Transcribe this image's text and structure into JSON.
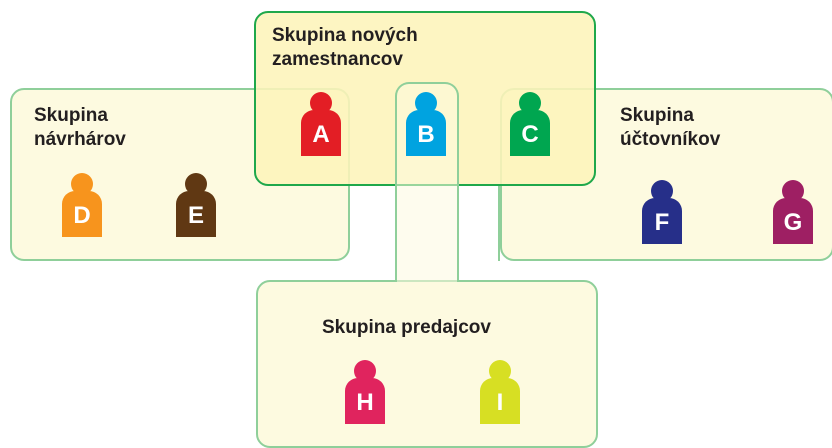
{
  "groups": {
    "designers": {
      "label": "Skupina\nnávrhárov"
    },
    "accountants": {
      "label": "Skupina\núčtovníkov"
    },
    "new_employees": {
      "label": "Skupina nových\nzamestnancov"
    },
    "sales": {
      "label": "Skupina predajcov"
    }
  },
  "people": [
    {
      "letter": "A",
      "color": "#e31e25"
    },
    {
      "letter": "B",
      "color": "#00a3e0"
    },
    {
      "letter": "C",
      "color": "#00a650"
    },
    {
      "letter": "D",
      "color": "#f7941d"
    },
    {
      "letter": "E",
      "color": "#603813"
    },
    {
      "letter": "F",
      "color": "#262f89"
    },
    {
      "letter": "G",
      "color": "#9e1f63"
    },
    {
      "letter": "H",
      "color": "#e0245e"
    },
    {
      "letter": "I",
      "color": "#d7df23"
    }
  ]
}
